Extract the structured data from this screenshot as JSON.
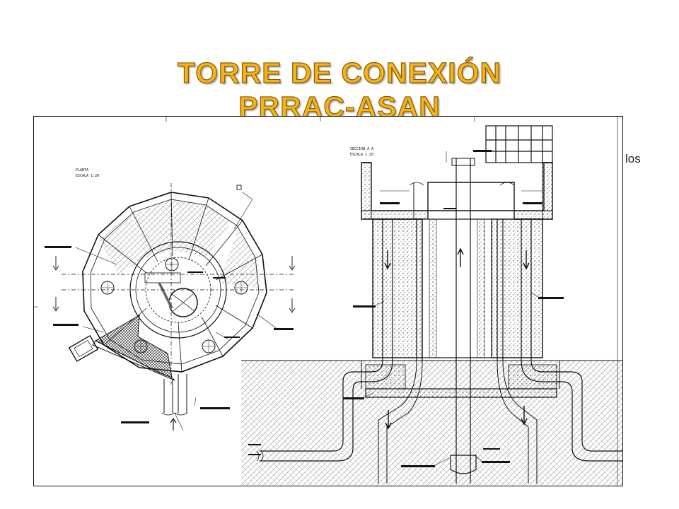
{
  "title": {
    "line1": "TORRE DE CONEXIÓN",
    "line2": "PRRAC-ASAN"
  },
  "side_text": "los",
  "drawing": {
    "plan_label": "PLANTA",
    "plan_scale": "ESCALA 1:20",
    "section_label": "SECCION A-A",
    "section_scale": "ESCALA 1:20"
  },
  "colors": {
    "title_fill": "#f5b31a",
    "title_outline": "#8a5a00",
    "line": "#111111"
  }
}
